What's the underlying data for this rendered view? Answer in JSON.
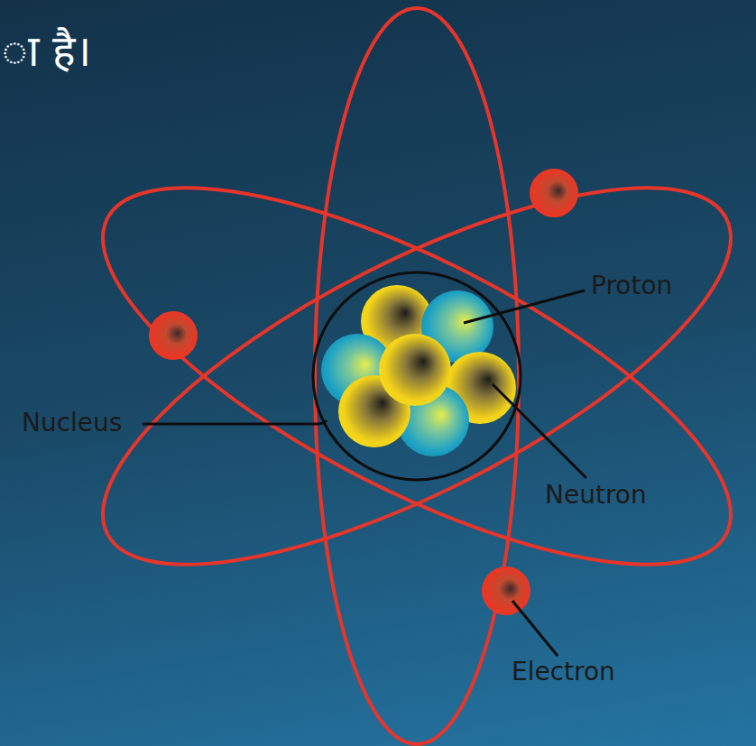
{
  "diagram": {
    "labels": [
      "ा है।",
      "Proton",
      "Nucleus",
      "Neutron",
      "Electron"
    ]
  }
}
